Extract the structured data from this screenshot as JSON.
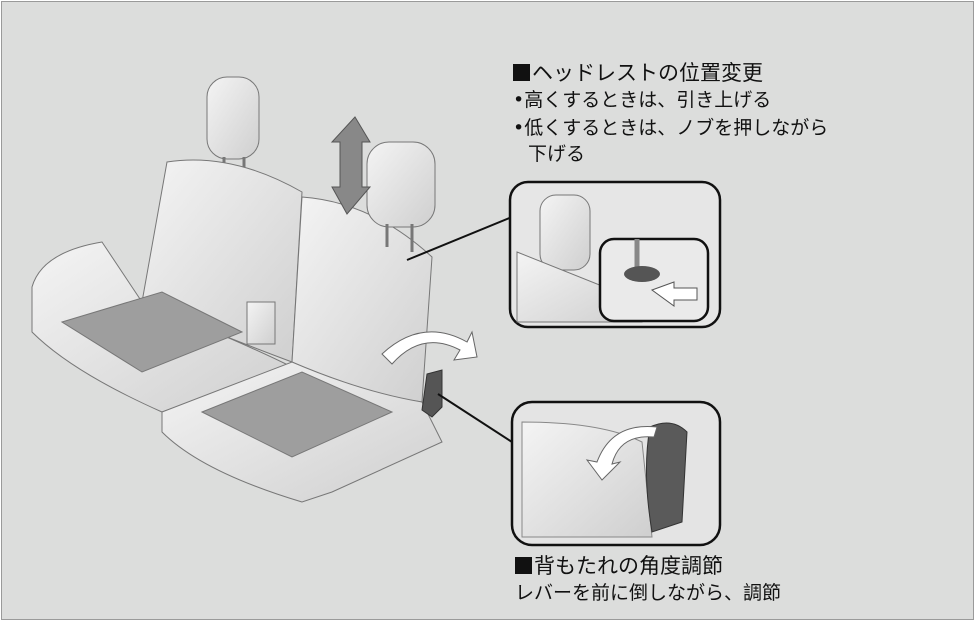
{
  "headrest_section": {
    "title": "ヘッドレストの位置変更",
    "bullets": [
      "高くするときは、引き上げる",
      "低くするときは、ノブを押しながら"
    ],
    "continuation": "下げる"
  },
  "recline_section": {
    "title": "背もたれの角度調節",
    "description": "レバーを前に倒しながら、調節"
  }
}
